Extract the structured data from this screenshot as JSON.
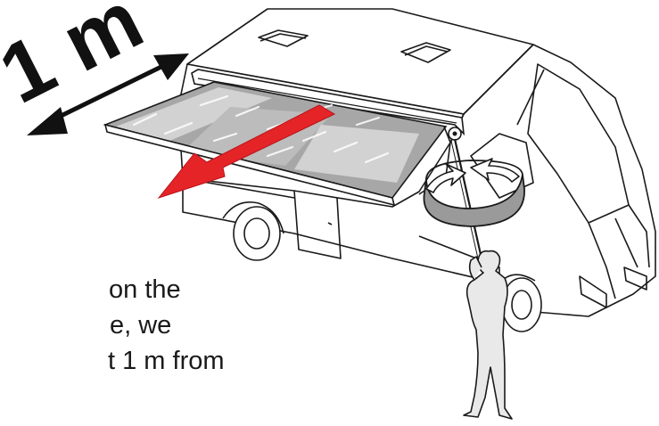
{
  "illustration": {
    "dimension_label": "1 m",
    "caption_lines": [
      "on the",
      "e, we",
      "t 1 m from"
    ]
  },
  "colors": {
    "arrow_red": "#e52428",
    "line": "#1a1a1a",
    "awning_gray": "#a7a7a7",
    "awning_light": "#d2d2d2",
    "crank_band": "#9a9a9a"
  },
  "icons": {
    "dimension_arrow": "double-headed-arrow",
    "extend_arrow": "red-arrow",
    "rotation_arrows": "curved-rotation-arrows"
  }
}
